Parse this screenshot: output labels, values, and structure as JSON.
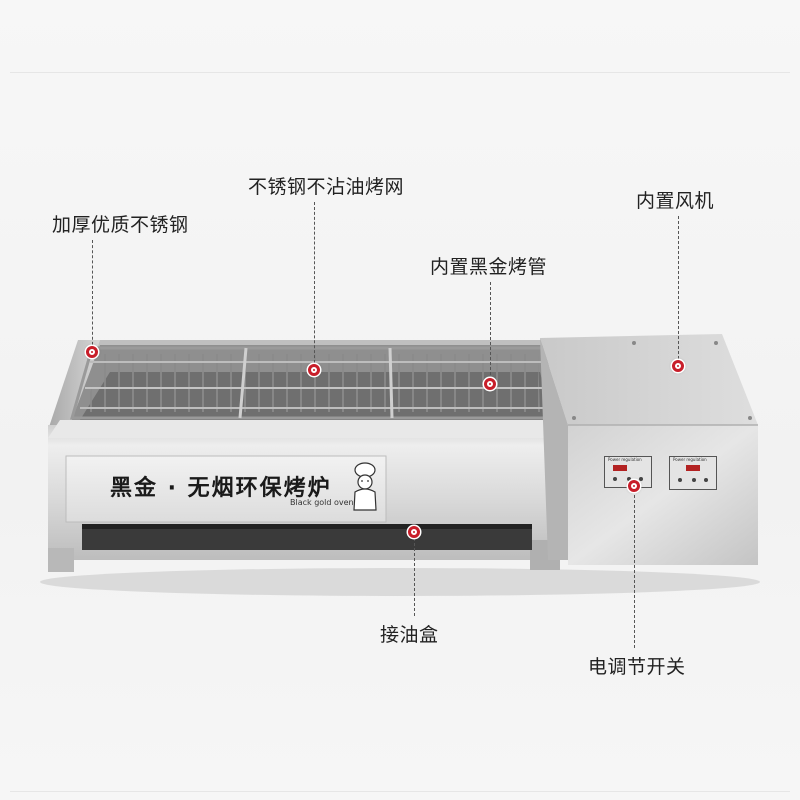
{
  "callouts": {
    "thick_steel": "加厚优质不锈钢",
    "grill_net": "不锈钢不沾油烤网",
    "heating_tube": "内置黑金烤管",
    "fan": "内置风机",
    "oil_box": "接油盒",
    "switch": "电调节开关"
  },
  "product": {
    "brand_text": "黑金 · 无烟环保烤炉",
    "brand_subtext": "Black gold oven",
    "panel_caption": "Power regulation"
  },
  "colors": {
    "accent_dot": "#c81e2a",
    "steel_light": "#e2e2e2",
    "steel_dark": "#9a9a9a"
  }
}
